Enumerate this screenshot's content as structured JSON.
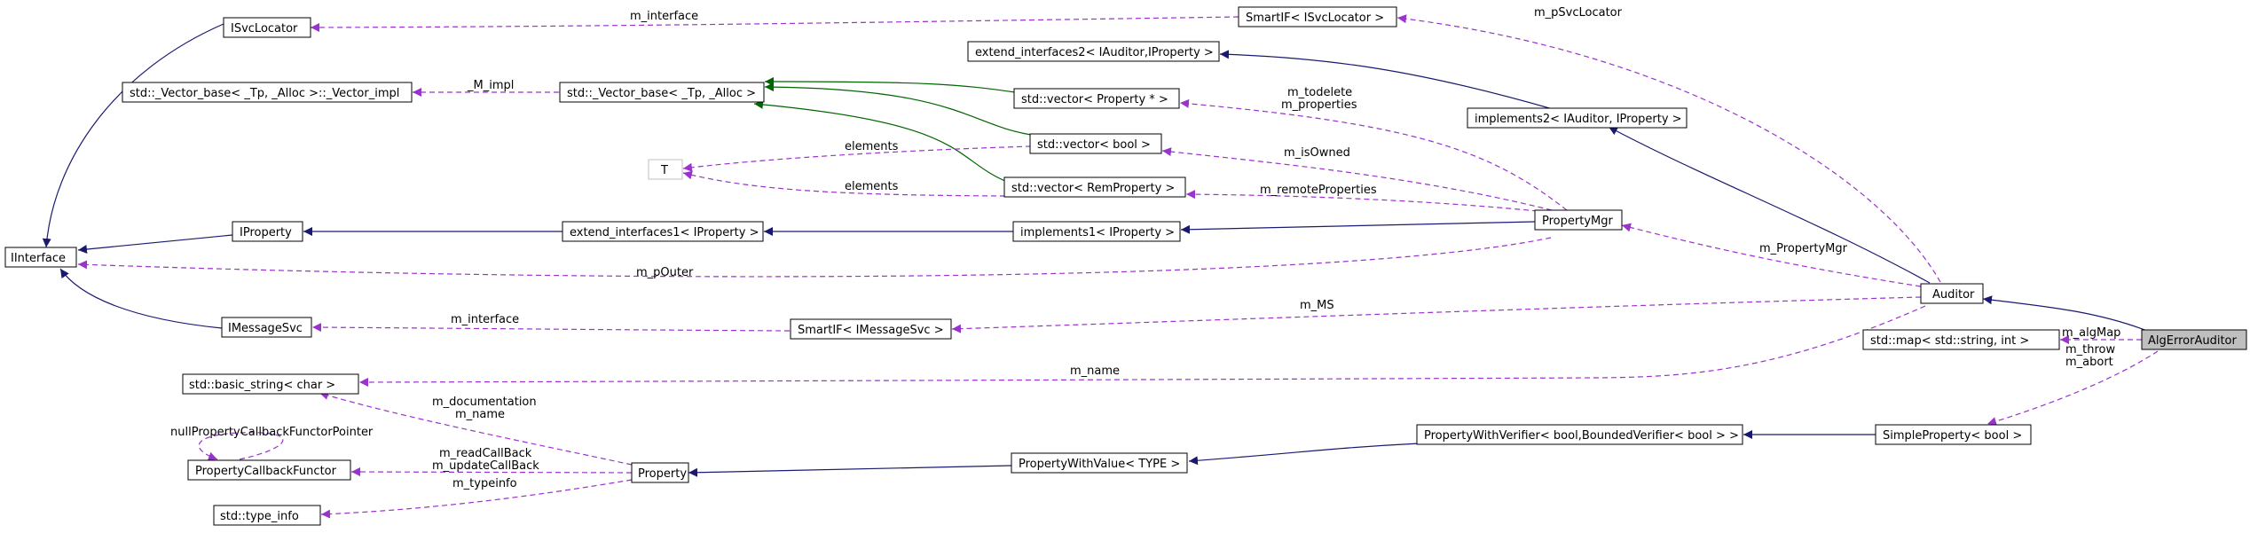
{
  "colors": {
    "inheritance": "#191970",
    "template": "#006400",
    "usage": "#9a32cd",
    "selected_fill": "#bfbfbf"
  },
  "nodes": {
    "ISvcLocator": "ISvcLocator",
    "SmartIF_ISvcLocator": "SmartIF< ISvcLocator >",
    "extend_interfaces2": "extend_interfaces2< IAuditor,IProperty >",
    "implements2": "implements2< IAuditor, IProperty >",
    "vector_impl": "std::_Vector_base< _Tp, _Alloc >::_Vector_impl",
    "vector_base": "std::_Vector_base< _Tp, _Alloc >",
    "vector_property_ptr": "std::vector< Property * >",
    "vector_bool": "std::vector< bool >",
    "T": "T",
    "vector_remproperty": "std::vector< RemProperty >",
    "IInterface": "IInterface",
    "IProperty": "IProperty",
    "extend_interfaces1": "extend_interfaces1< IProperty >",
    "implements1": "implements1< IProperty >",
    "PropertyMgr": "PropertyMgr",
    "Auditor": "Auditor",
    "AlgErrorAuditor": "AlgErrorAuditor",
    "map_string_int": "std::map< std::string, int >",
    "IMessageSvc": "IMessageSvc",
    "SmartIF_IMessageSvc": "SmartIF< IMessageSvc >",
    "basic_string": "std::basic_string< char >",
    "PropertyCallbackFunctor": "PropertyCallbackFunctor",
    "Property": "Property",
    "PropertyWithValue": "PropertyWithValue< TYPE >",
    "PropertyWithVerifier": "PropertyWithVerifier< bool,BoundedVerifier< bool > >",
    "SimpleProperty_bool": "SimpleProperty< bool >",
    "type_info": "std::type_info"
  },
  "edge_labels": {
    "m_interface_svc": "m_interface",
    "m_pSvcLocator": "m_pSvcLocator",
    "M_impl": "_M_impl",
    "m_todelete": "m_todelete",
    "m_properties": "m_properties",
    "elements_bool": "elements",
    "m_isOwned": "m_isOwned",
    "elements_rem": "elements",
    "m_remoteProperties": "m_remoteProperties",
    "m_pOuter": "m_pOuter",
    "m_PropertyMgr": "m_PropertyMgr",
    "m_MS": "m_MS",
    "m_interface_msg": "m_interface",
    "m_algMap": "m_algMap",
    "m_name_auditor": "m_name",
    "m_throw": "m_throw",
    "m_abort": "m_abort",
    "m_documentation": "m_documentation",
    "m_name_property": "m_name",
    "nullPropertyCallbackFunctorPointer": "nullPropertyCallbackFunctorPointer",
    "m_readCallBack": "m_readCallBack",
    "m_updateCallBack": "m_updateCallBack",
    "m_typeinfo": "m_typeinfo"
  }
}
